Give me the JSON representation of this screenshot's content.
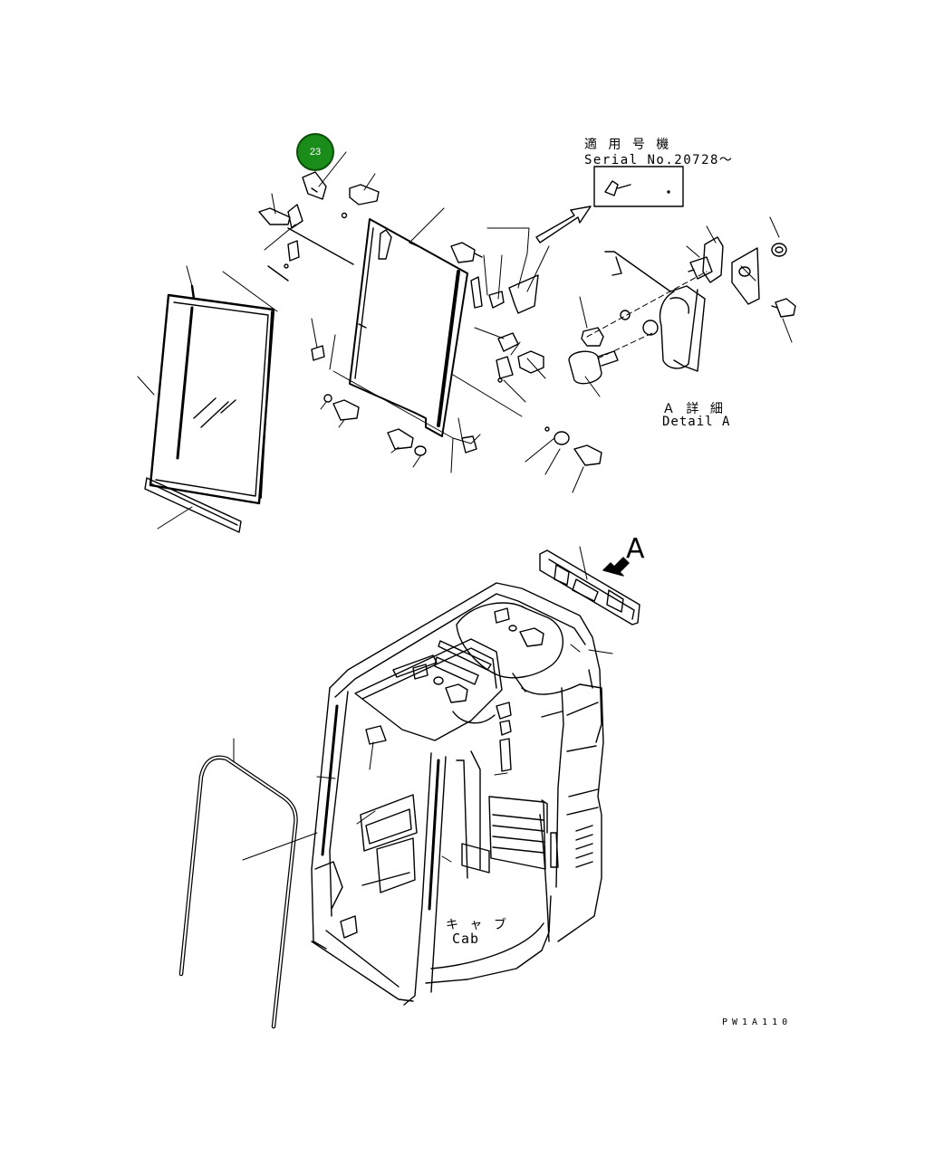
{
  "applicability": {
    "japanese": "適 用 号 機",
    "serial": "Serial No.20728～"
  },
  "detail_label": {
    "japanese": "Ａ 詳 細",
    "english": "Detail A"
  },
  "view_letter": "A",
  "cab_label": {
    "japanese": "キ ャ ブ",
    "english": "Cab"
  },
  "drawing_code": "PW1A110",
  "callout": {
    "number": "23",
    "color": "#1a8c1a",
    "border_color": "#0b4f0b"
  },
  "line_color": "#000000"
}
